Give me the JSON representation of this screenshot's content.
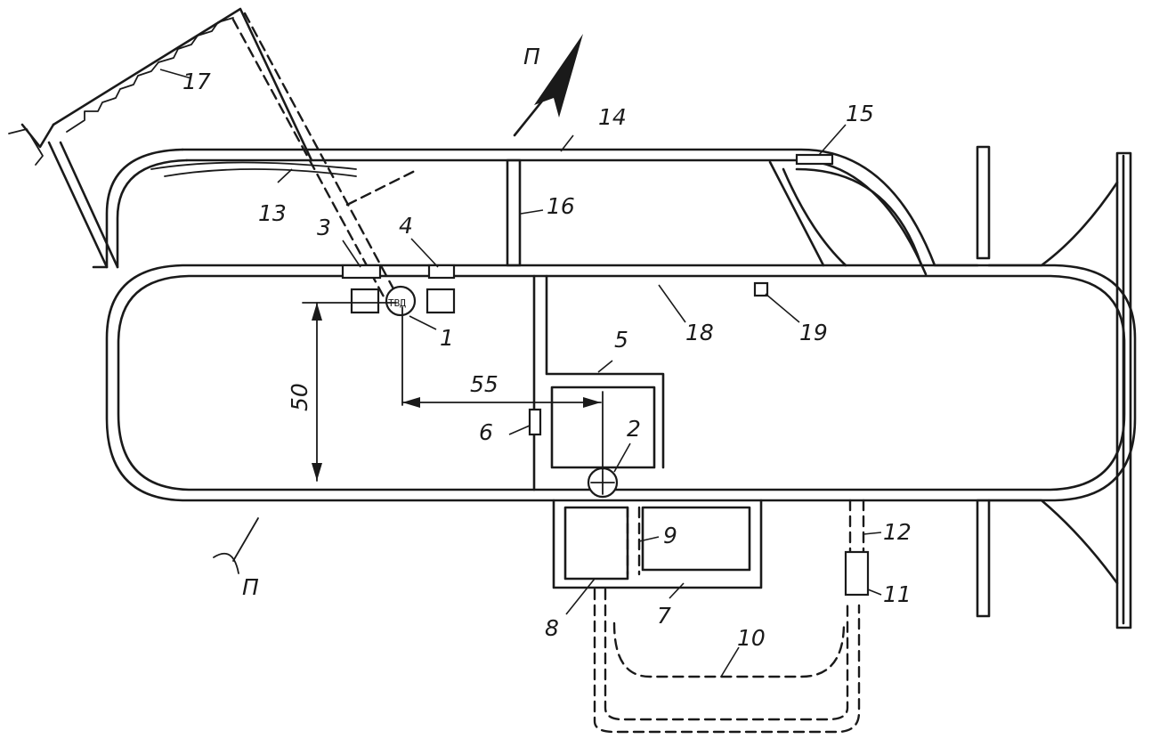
{
  "diagram": {
    "north_letter": "П",
    "wind_letter": "П",
    "dimensions": {
      "vertical": "50",
      "horizontal": "55"
    },
    "callouts": [
      "1",
      "2",
      "3",
      "4",
      "5",
      "6",
      "7",
      "8",
      "9",
      "10",
      "11",
      "12",
      "13",
      "14",
      "15",
      "16",
      "17",
      "18",
      "19"
    ]
  }
}
